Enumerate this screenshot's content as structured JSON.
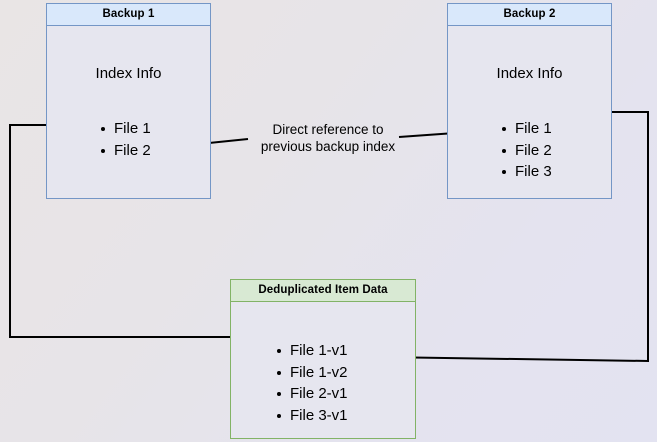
{
  "diagram": {
    "title": "Backup deduplication index reference diagram",
    "background_gradient_from": "#e9e5e5",
    "background_gradient_to": "#e3e3f1"
  },
  "boxes": {
    "backup1": {
      "header": "Backup 1",
      "header_fill": "#d9e8fb",
      "border_color": "#7496c6",
      "body_fill": "#e6e6ef",
      "index_label": "Index Info",
      "files": [
        "File 1",
        "File 2"
      ]
    },
    "backup2": {
      "header": "Backup 2",
      "header_fill": "#d9e8fb",
      "border_color": "#7496c6",
      "body_fill": "#e6e6ef",
      "index_label": "Index Info",
      "files": [
        "File 1",
        "File 2",
        "File 3"
      ]
    },
    "dedup": {
      "header": "Deduplicated Item Data",
      "header_fill": "#d8e9d3",
      "border_color": "#82b366",
      "body_fill": "#e6e6ef",
      "files": [
        "File 1-v1",
        "File 1-v2",
        "File 2-v1",
        "File 3-v1"
      ]
    }
  },
  "annotations": {
    "direct_reference": "Direct reference to\nprevious backup index"
  },
  "connectors": [
    {
      "name": "backup1-file1-to-dedup",
      "from": "Backup 1 / File 1",
      "to": "Deduplicated Item Data / File 1-v1",
      "stroke": "#000000"
    },
    {
      "name": "backup2-file1-to-dedup",
      "from": "Backup 2 / File 1",
      "to": "Deduplicated Item Data / File 1-v2",
      "stroke": "#000000"
    },
    {
      "name": "backup2-index-to-backup1-index",
      "from": "Backup 2 / File 2",
      "to": "Backup 1 / File 2",
      "label": "Direct reference to previous backup index",
      "stroke": "#000000"
    }
  ]
}
